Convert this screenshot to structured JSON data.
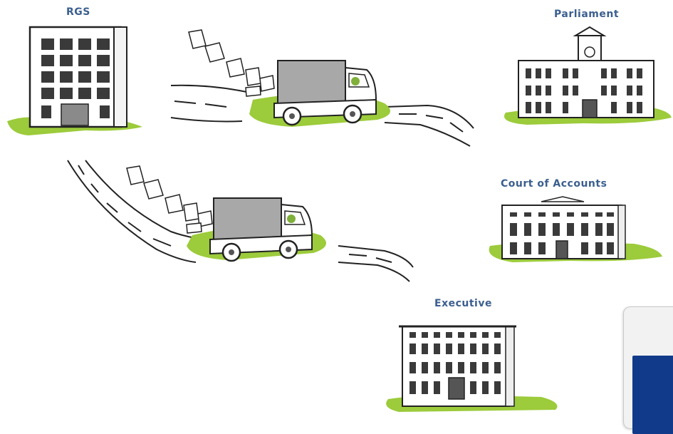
{
  "labels": {
    "rgs": "RGS",
    "parliament": "Parliament",
    "court": "Court of Accounts",
    "executive": "Executive"
  },
  "colors": {
    "label": "#3b5f8f",
    "grass": "#9ccb3b",
    "truck_body": "#a8a8a8",
    "building_window": "#3a3a3a",
    "device_screen": "#123a8a"
  }
}
